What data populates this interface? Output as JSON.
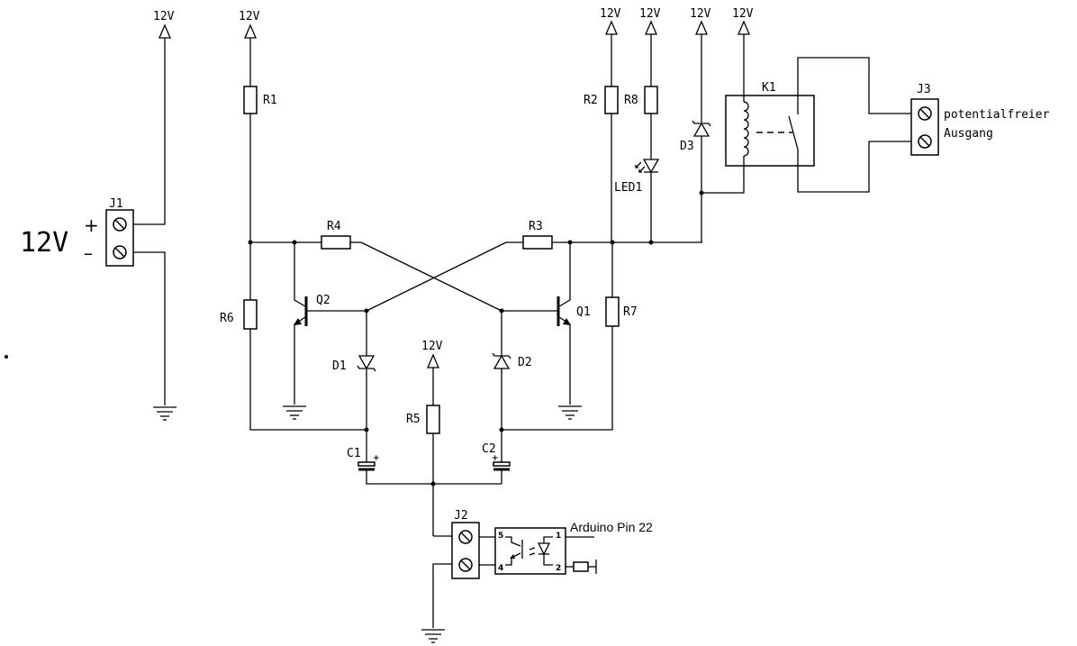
{
  "supply": {
    "label": "12V",
    "big_label": "12V",
    "plus": "+",
    "minus": "–"
  },
  "connectors": {
    "j1": "J1",
    "j2": "J2",
    "j3": "J3"
  },
  "resistors": {
    "r1": "R1",
    "r2": "R2",
    "r3": "R3",
    "r4": "R4",
    "r5": "R5",
    "r6": "R6",
    "r7": "R7",
    "r8": "R8"
  },
  "transistors": {
    "q1": "Q1",
    "q2": "Q2"
  },
  "diodes": {
    "d1": "D1",
    "d2": "D2",
    "d3": "D3",
    "led1": "LED1"
  },
  "capacitors": {
    "c1": "C1",
    "c2": "C2",
    "plus": "+"
  },
  "relay": {
    "name": "K1"
  },
  "output": {
    "line1": "potentialfreier",
    "line2": "Ausgang"
  },
  "optocoupler": {
    "input_label": "Arduino Pin 22",
    "pin1": "1",
    "pin2": "2",
    "pin4": "4",
    "pin5": "5"
  }
}
